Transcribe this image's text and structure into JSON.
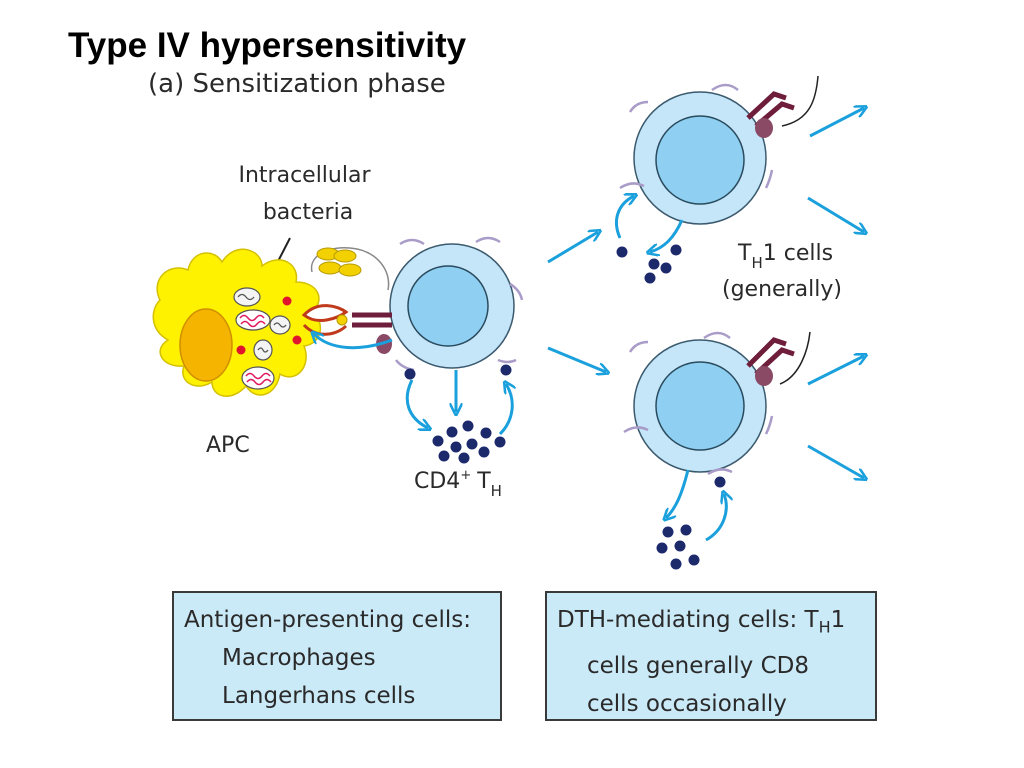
{
  "slide": {
    "title": "Type IV hypersensitivity"
  },
  "diagram": {
    "phase_title": "(a) Sensitization phase",
    "label_bacteria": [
      "Intracellular",
      "bacteria"
    ],
    "label_apc": "APC",
    "label_cd4": "CD4",
    "label_cd4_sup": "+",
    "label_th": "T",
    "label_th_sub": "H",
    "label_th1_line1_pre": "T",
    "label_th1_line1_sub": "H",
    "label_th1_line1_post": "1 cells",
    "label_th1_line2": "(generally)"
  },
  "boxes": {
    "apc": {
      "heading": "Antigen-presenting cells:",
      "items": [
        "Macrophages",
        "Langerhans cells"
      ]
    },
    "dth": {
      "heading_pre": "DTH-mediating cells: T",
      "heading_sub": "H",
      "heading_post": "1",
      "lines": [
        "cells generally CD8",
        "cells occasionally"
      ]
    }
  },
  "colors": {
    "arrow": "#1aa0dc",
    "cell_fill": "#c5e6f8",
    "nucleus_fill": "#8fcff2",
    "apc_fill": "#fff200",
    "apc_nucleus": "#f5b400",
    "cytokine": "#1c2a6b",
    "receptor": "#6e1d3a",
    "box_fill": "#cbeaf8"
  }
}
